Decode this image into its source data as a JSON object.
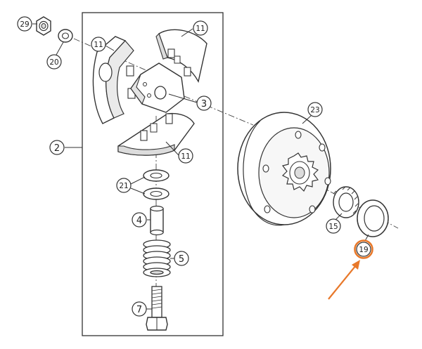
{
  "callouts": {
    "c29": "29",
    "c20": "20",
    "c11a": "11",
    "c11b": "11",
    "c3": "3",
    "c2": "2",
    "c11c": "11",
    "c23": "23",
    "c21": "21",
    "c4": "4",
    "c5": "5",
    "c15": "15",
    "c19": "19",
    "c7": "7"
  },
  "colors": {
    "line": "#333333",
    "part_fill": "#ffffff",
    "shade": "#dcdcdc",
    "highlight": "#e8782a"
  },
  "highlighted_part": "19"
}
